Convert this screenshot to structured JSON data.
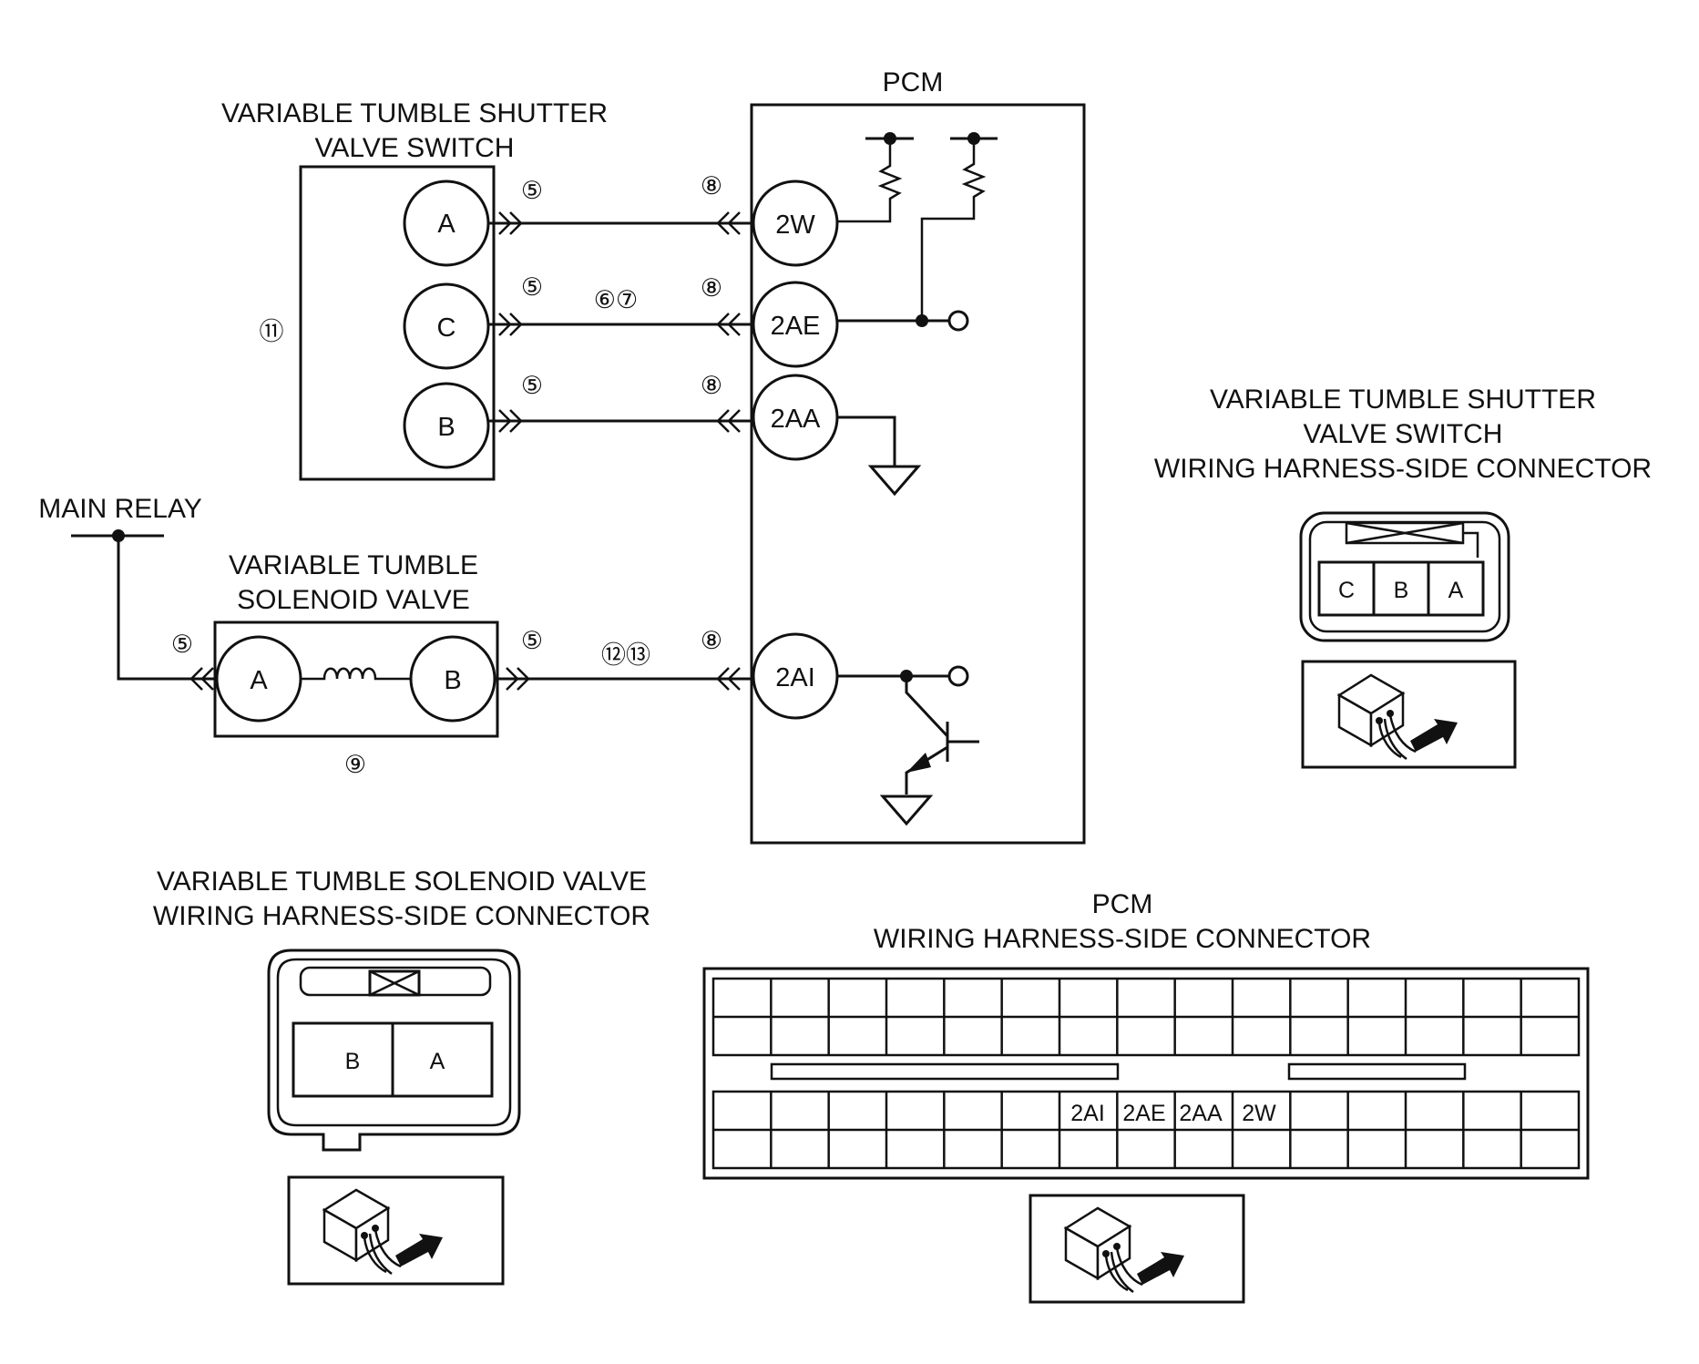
{
  "labels": {
    "switch_title_1": "VARIABLE TUMBLE SHUTTER",
    "switch_title_2": "VALVE SWITCH",
    "pcm_title": "PCM",
    "main_relay": "MAIN RELAY",
    "solenoid_title_1": "VARIABLE TUMBLE",
    "solenoid_title_2": "SOLENOID VALVE",
    "sw_conn_title_1": "VARIABLE TUMBLE SHUTTER",
    "sw_conn_title_2": "VALVE SWITCH",
    "sw_conn_title_3": "WIRING HARNESS-SIDE CONNECTOR",
    "sol_conn_title_1": "VARIABLE TUMBLE SOLENOID VALVE",
    "sol_conn_title_2": "WIRING HARNESS-SIDE CONNECTOR",
    "pcm_conn_title_1": "PCM",
    "pcm_conn_title_2": "WIRING HARNESS-SIDE CONNECTOR"
  },
  "switch_pins": {
    "a": "A",
    "c": "C",
    "b": "B"
  },
  "solenoid_pins": {
    "a": "A",
    "b": "B"
  },
  "pcm_pins": {
    "p2w": "2W",
    "p2ae": "2AE",
    "p2aa": "2AA",
    "p2ai": "2AI"
  },
  "callouts": {
    "c5": "⑤",
    "c67": "⑥⑦",
    "c8": "⑧",
    "c9": "⑨",
    "c11": "⑪",
    "c1213": "⑫⑬"
  },
  "sw_connector_cells": [
    "C",
    "B",
    "A"
  ],
  "sol_connector_cells": [
    "B",
    "A"
  ],
  "pcm_connector_cells": [
    "2AI",
    "2AE",
    "2AA",
    "2W"
  ]
}
